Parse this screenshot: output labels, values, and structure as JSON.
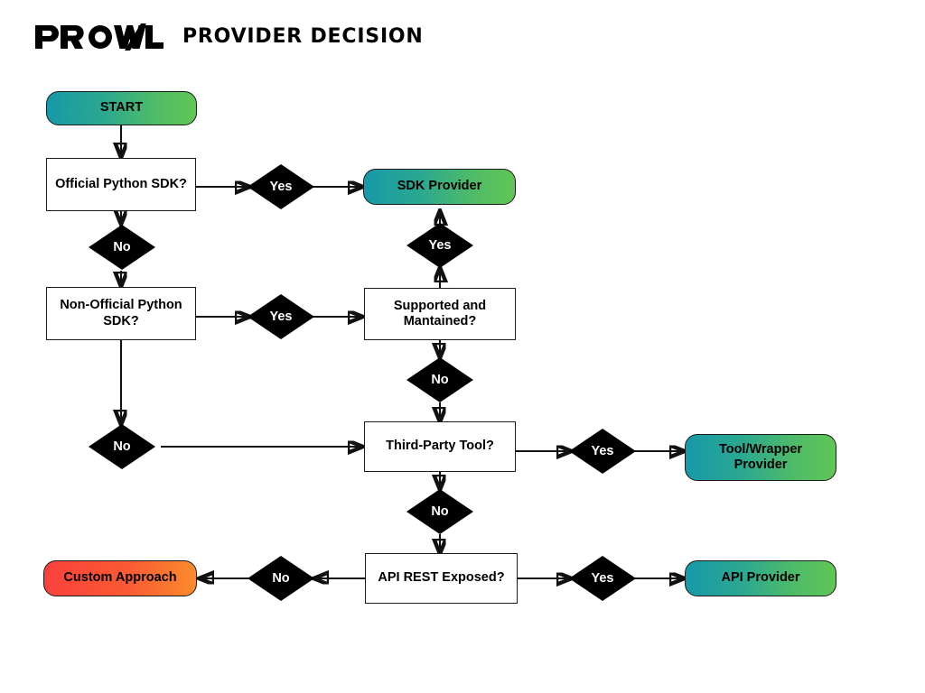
{
  "header": {
    "brand": "PROWLER",
    "title": "PROVIDER DECISION",
    "logo_icon": "prowler-wordmark-logo"
  },
  "colors": {
    "provider_gradient_start": "#1799a8",
    "provider_gradient_end": "#61c655",
    "custom_gradient_start": "#f9403c",
    "custom_gradient_end": "#fb8b2c",
    "decision_fill": "#000000",
    "decision_text": "#ffffff",
    "question_fill": "#ffffff",
    "stroke": "#111111",
    "page_background": "#ffffff"
  },
  "flowchart": {
    "type": "decision-flowchart",
    "nodes": [
      {
        "id": "start",
        "label": "START",
        "shape": "rounded-terminal",
        "style": "green-gradient"
      },
      {
        "id": "official_sdk",
        "label": "Official Python SDK?",
        "shape": "rectangle",
        "style": "white"
      },
      {
        "id": "sdk_provider",
        "label": "SDK Provider",
        "shape": "rounded-terminal",
        "style": "green-gradient"
      },
      {
        "id": "nonofficial_sdk",
        "label": "Non-Official Python SDK?",
        "shape": "rectangle",
        "style": "white"
      },
      {
        "id": "supported",
        "label": "Supported and Mantained?",
        "shape": "rectangle",
        "style": "white"
      },
      {
        "id": "third_party",
        "label": "Third-Party Tool?",
        "shape": "rectangle",
        "style": "white"
      },
      {
        "id": "tool_wrapper",
        "label": "Tool/Wrapper Provider",
        "shape": "rounded-terminal",
        "style": "green-gradient"
      },
      {
        "id": "api_rest",
        "label": "API REST Exposed?",
        "shape": "rectangle",
        "style": "white"
      },
      {
        "id": "api_provider",
        "label": "API Provider",
        "shape": "rounded-terminal",
        "style": "green-gradient"
      },
      {
        "id": "custom",
        "label": "Custom Approach",
        "shape": "rounded-terminal",
        "style": "red-gradient"
      }
    ],
    "decisions": [
      {
        "id": "yes_official",
        "label": "Yes",
        "from": "official_sdk",
        "to": "sdk_provider"
      },
      {
        "id": "no_official",
        "label": "No",
        "from": "official_sdk",
        "to": "nonofficial_sdk"
      },
      {
        "id": "yes_nonofficial",
        "label": "Yes",
        "from": "nonofficial_sdk",
        "to": "supported"
      },
      {
        "id": "no_nonofficial",
        "label": "No",
        "from": "nonofficial_sdk",
        "to": "third_party"
      },
      {
        "id": "yes_supported",
        "label": "Yes",
        "from": "supported",
        "to": "sdk_provider"
      },
      {
        "id": "no_supported",
        "label": "No",
        "from": "supported",
        "to": "third_party"
      },
      {
        "id": "yes_thirdparty",
        "label": "Yes",
        "from": "third_party",
        "to": "tool_wrapper"
      },
      {
        "id": "no_thirdparty",
        "label": "No",
        "from": "third_party",
        "to": "api_rest"
      },
      {
        "id": "yes_api",
        "label": "Yes",
        "from": "api_rest",
        "to": "api_provider"
      },
      {
        "id": "no_api",
        "label": "No",
        "from": "api_rest",
        "to": "custom"
      }
    ]
  },
  "labels": {
    "start": "START",
    "official_sdk": "Official Python SDK?",
    "sdk_provider": "SDK Provider",
    "nonofficial_sdk_line1": "Non-Official Python",
    "nonofficial_sdk_line2": "SDK?",
    "supported_line1": "Supported and",
    "supported_line2": "Mantained?",
    "third_party": "Third-Party Tool?",
    "tool_wrapper_line1": "Tool/Wrapper",
    "tool_wrapper_line2": "Provider",
    "api_rest": "API REST Exposed?",
    "api_provider": "API Provider",
    "custom": "Custom Approach",
    "yes": "Yes",
    "no": "No"
  }
}
